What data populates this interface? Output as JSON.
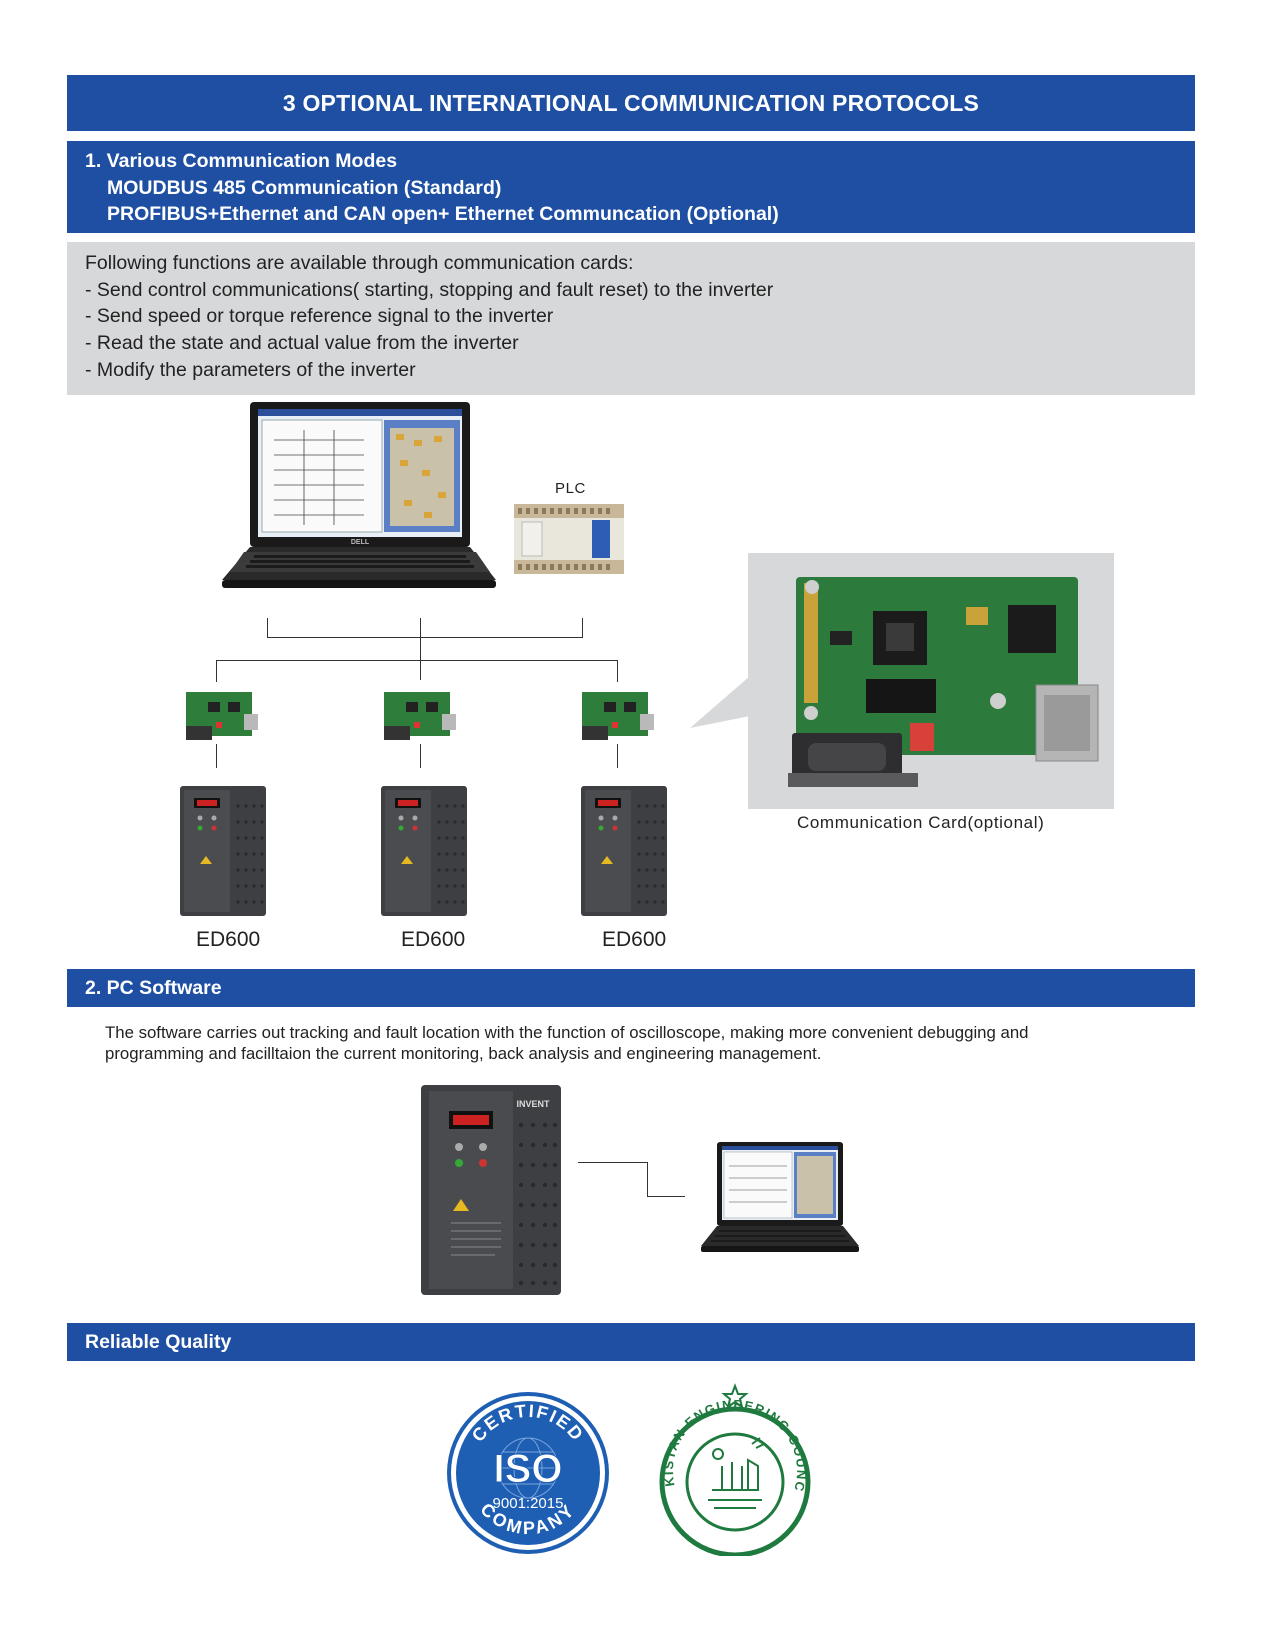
{
  "header": {
    "title": "3 OPTIONAL INTERNATIONAL COMMUNICATION PROTOCOLS"
  },
  "modes": {
    "line1": "1. Various Communication Modes",
    "line2": "MOUDBUS 485 Communication (Standard)",
    "line3": "PROFIBUS+Ethernet and CAN open+ Ethernet Communcation (Optional)"
  },
  "functions": {
    "intro": "Following functions are available through communication cards:",
    "items": [
      "- Send control communications( starting, stopping and fault reset) to the inverter",
      "- Send speed or torque reference signal to the inverter",
      "- Read the state and actual value from the inverter",
      "- Modify the parameters of the inverter"
    ]
  },
  "diagram": {
    "plc_label": "PLC",
    "card_caption": "Communication Card(optional)",
    "models": [
      "ED600",
      "ED600",
      "ED600"
    ],
    "laptop_brand": "DELL",
    "inverter_brand": "INVENT"
  },
  "pc_software": {
    "heading": "2. PC Software",
    "description_line1": "The software carries out tracking and fault location with the function of oscilloscope, making more convenient debugging and",
    "description_line2": "programming and facilltaion the current monitoring, back analysis and engineering management."
  },
  "quality": {
    "heading": "Reliable Quality",
    "iso_top": "CERTIFIED",
    "iso_mark": "ISO",
    "iso_standard": "9001:2015",
    "iso_bottom": "COMPANY",
    "pec_text": "PAKISTAN ENGINEERING COUNCIL"
  },
  "colors": {
    "brand_blue": "#1e4fa3",
    "panel_grey": "#d7d8da",
    "pec_green": "#1f7a3f"
  }
}
